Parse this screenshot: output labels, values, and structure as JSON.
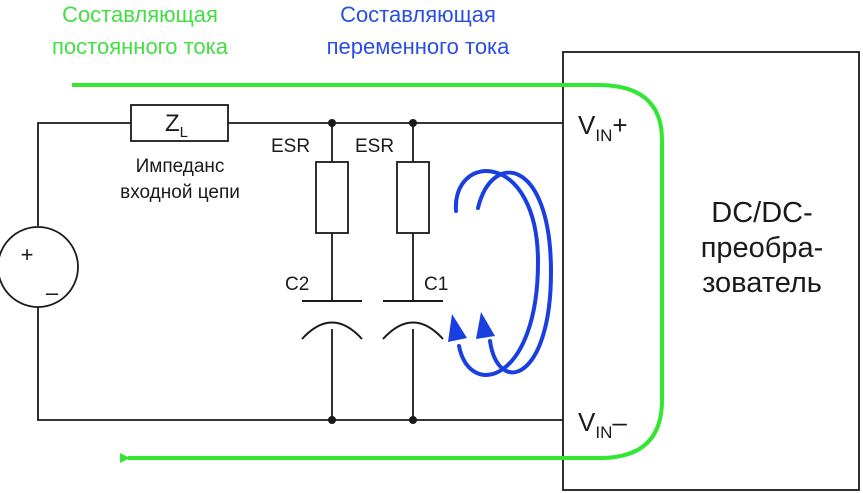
{
  "legend": {
    "dc_line1": "Составляющая",
    "dc_line2": "постоянного тока",
    "ac_line1": "Составляющая",
    "ac_line2": "переменного тока"
  },
  "impedance": {
    "symbol": "Z",
    "subscript": "L",
    "caption_line1": "Импеданс",
    "caption_line2": "входной цепи"
  },
  "source": {
    "plus": "+",
    "minus": "–"
  },
  "capacitors": {
    "c2_esr": "ESR",
    "c2_label": "C2",
    "c1_esr": "ESR",
    "c1_label": "C1"
  },
  "converter": {
    "line1": "DC/DC-",
    "line2": "преобра-",
    "line3": "зователь",
    "vin_plus_main": "V",
    "vin_plus_sub": "IN",
    "vin_plus_sign": "+",
    "vin_minus_main": "V",
    "vin_minus_sub": "IN",
    "vin_minus_sign": "–"
  },
  "colors": {
    "dc": "#33e633",
    "ac": "#1a3fe0",
    "dc_text": "#44dd44",
    "ac_text": "#2a4fe0",
    "wire": "#1a1a1a"
  }
}
